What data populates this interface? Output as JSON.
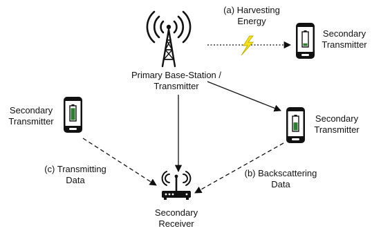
{
  "colors": {
    "ink": "#111111",
    "battery_fill": "#2e7d32",
    "lightning_fill": "#f5e11a",
    "lightning_stroke": "#c8b400"
  },
  "nodes": {
    "primary": {
      "line1": "Primary Base-Station /",
      "line2": "Transmitter",
      "icon": "cell-tower-icon"
    },
    "secondary_tx_top": {
      "line1": "Secondary",
      "line2": "Transmitter",
      "icon": "smartphone-icon",
      "battery_level": 0.2
    },
    "secondary_tx_left": {
      "line1": "Secondary",
      "line2": "Transmitter",
      "icon": "smartphone-icon",
      "battery_level": 0.9
    },
    "secondary_tx_right": {
      "line1": "Secondary",
      "line2": "Transmitter",
      "icon": "smartphone-icon",
      "battery_level": 0.6
    },
    "secondary_rx": {
      "line1": "Secondary",
      "line2": "Receiver",
      "icon": "wifi-router-icon"
    }
  },
  "edges": {
    "harvesting": {
      "line1": "(a) Harvesting",
      "line2": "Energy",
      "style": "dotted",
      "icon": "lightning-icon"
    },
    "backscattering": {
      "line1": "(b) Backscattering",
      "line2": "Data",
      "style": "dashed"
    },
    "transmitting": {
      "line1": "(c) Transmitting",
      "line2": "Data",
      "style": "dashed"
    }
  }
}
